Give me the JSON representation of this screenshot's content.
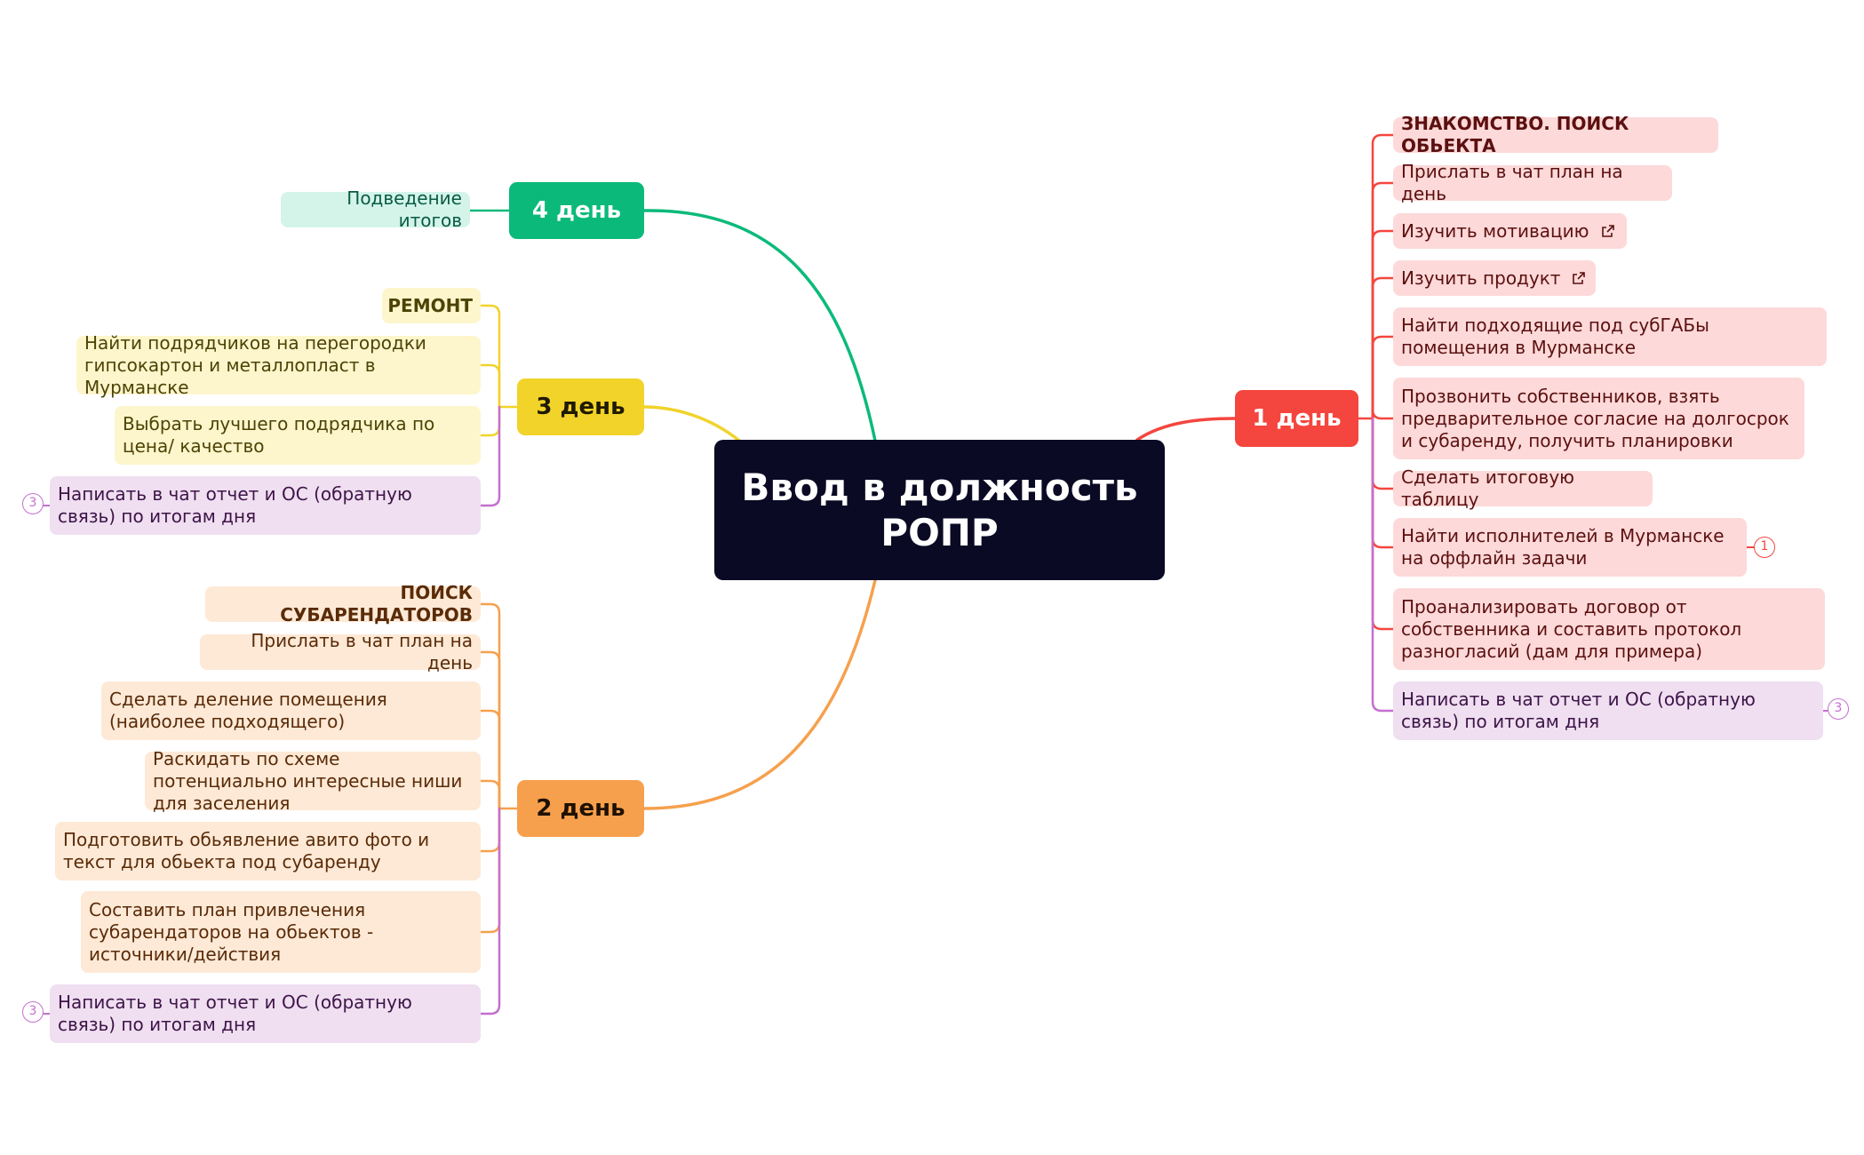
{
  "central": {
    "title": "Ввод в должность\nРОПР"
  },
  "colors": {
    "day1": "#f4463e",
    "day2": "#f6a04d",
    "day3": "#f1d32a",
    "day4": "#0bba7a",
    "central": "#0a0a25",
    "report": "#c46fcf"
  },
  "day1": {
    "label": "1 день",
    "items": [
      "ЗНАКОМСТВО. ПОИСК ОБЬЕКТА",
      "Прислать в чат план на день",
      "Изучить мотивацию",
      "Изучить продукт",
      "Найти подходящие под субГАБы помещения в Мурманске",
      "Прозвонить собственников, взять предварительное согласие на долгосрок и субаренду, получить планировки",
      "Сделать итоговую таблицу",
      "Найти исполнителей в Мурманске на оффлайн задачи",
      "Проанализировать договор от собственника и составить протокол разногласий (дам для примера)",
      "Написать в чат отчет и ОС (обратную связь) по итогам дня"
    ],
    "badges": [
      "1",
      "3"
    ],
    "icons": [
      "external-link-icon",
      "external-link-icon"
    ]
  },
  "day2": {
    "label": "2 день",
    "items": [
      "ПОИСК СУБАРЕНДАТОРОВ",
      "Прислать в чат план на день",
      "Сделать деление помещения (наиболее подходящего)",
      "Раскидать по схеме потенциально интересные ниши для заселения",
      "Подготовить обьявление авито фото и текст для обьекта под субаренду",
      "Составить план привлечения субарендаторов на обьектов - источники/действия",
      "Написать в чат отчет и ОС (обратную связь) по итогам дня"
    ],
    "badges": [
      "3"
    ]
  },
  "day3": {
    "label": "3 день",
    "items": [
      "РЕМОНТ",
      "Найти подрядчиков на перегородки гипсокартон и металлопласт в Мурманске",
      "Выбрать лучшего подрядчика по цена/ качество",
      "Написать в чат отчет и ОС (обратную связь) по итогам дня"
    ],
    "badges": [
      "3"
    ]
  },
  "day4": {
    "label": "4 день",
    "items": [
      "Подведение итогов"
    ]
  }
}
